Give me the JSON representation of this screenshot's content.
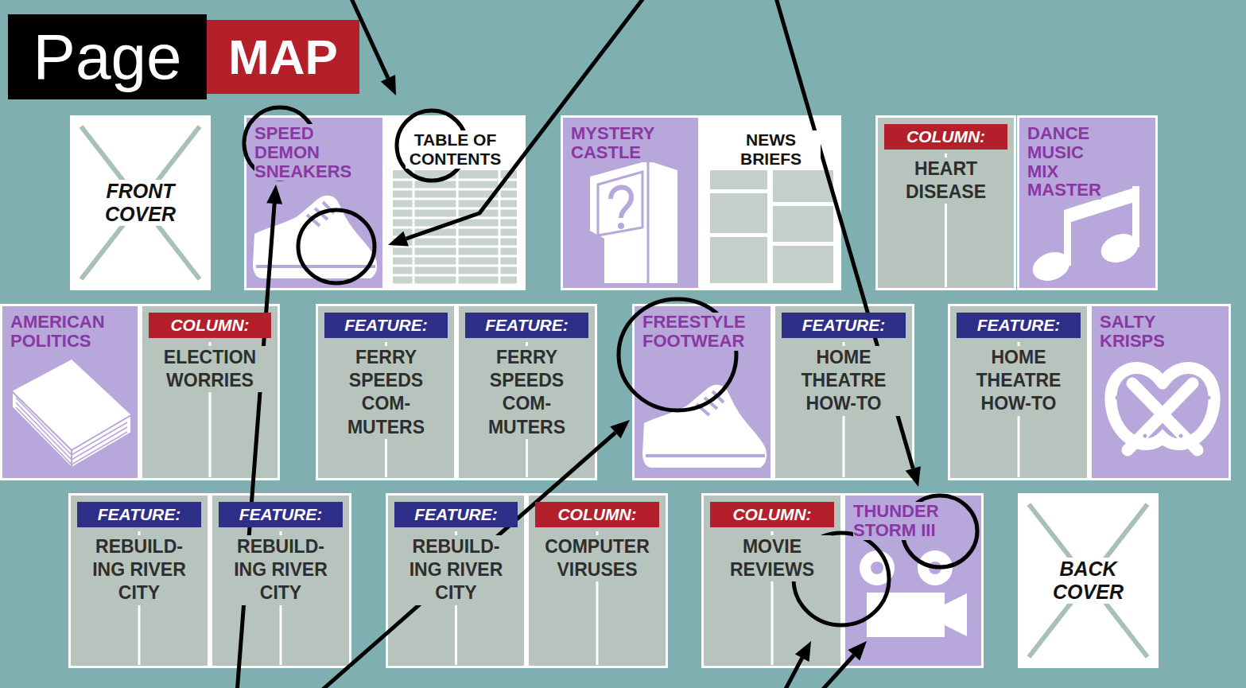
{
  "diagram": {
    "nodes": [
      {
        "text": [
          "Page"
        ]
      },
      {
        "text": [
          "MAP"
        ]
      },
      {
        "text": [
          "FRONT COVER"
        ]
      },
      {
        "text": [
          "SPEED DEMON SNEAKERS"
        ]
      },
      {
        "text": [
          "TABLE OF CONTENTS"
        ]
      },
      {
        "text": [
          "MYSTERY CASTLE"
        ]
      },
      {
        "text": [
          "NEWS BRIEFS"
        ]
      },
      {
        "text": [
          "COLUMN:",
          "HEART DISEASE"
        ]
      },
      {
        "text": [
          "DANCE MUSIC MIX MASTER"
        ]
      },
      {
        "text": [
          "AMERICAN POLITICS"
        ]
      },
      {
        "text": [
          "COLUMN:",
          "ELECTION WORRIES"
        ]
      },
      {
        "text": [
          "FEATURE:",
          "FERRY SPEEDS COM- MUTERS"
        ]
      },
      {
        "text": [
          "FEATURE:",
          "FERRY SPEEDS COM- MUTERS"
        ]
      },
      {
        "text": [
          "FREESTYLE FOOTWEAR"
        ]
      },
      {
        "text": [
          "FEATURE:",
          "HOME THEATRE HOW-TO"
        ]
      },
      {
        "text": [
          "FEATURE:",
          "HOME THEATRE HOW-TO"
        ]
      },
      {
        "text": [
          "SALTY KRISPS"
        ]
      },
      {
        "text": [
          "FEATURE:",
          "REBUILD- ING RIVER CITY"
        ]
      },
      {
        "text": [
          "FEATURE:",
          "REBUILD- ING RIVER CITY"
        ]
      },
      {
        "text": [
          "FEATURE:",
          "REBUILD- ING RIVER CITY"
        ]
      },
      {
        "text": [
          "COLUMN:",
          "COMPUTER VIRUSES"
        ]
      },
      {
        "text": [
          "COLUMN:",
          "MOVIE REVIEWS"
        ]
      },
      {
        "text": [
          "THUNDER STORM III"
        ]
      },
      {
        "text": [
          "BACK COVER"
        ]
      }
    ]
  }
}
